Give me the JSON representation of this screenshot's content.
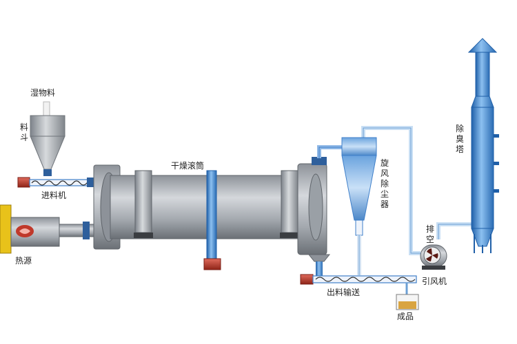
{
  "labels": {
    "wet_material": "湿物料",
    "hopper": "料斗",
    "feeder": "进料机",
    "heat_source": "热源",
    "drum_dryer": "干燥滚筒",
    "cyclone": "旋风除尘器",
    "deodorizer": "除臭塔",
    "exhaust": "排空",
    "induced_fan": "引风机",
    "discharge_conveyor": "出料输送",
    "product": "成品"
  },
  "colors": {
    "metal": "#a9adb3",
    "metal_dark": "#6f747a",
    "pipe_blue": "#3f7fc9",
    "pipe_light": "#8fb8e6",
    "motor_red": "#c0392b",
    "burner_yellow": "#e8c21a",
    "product_tan": "#d9a441"
  }
}
